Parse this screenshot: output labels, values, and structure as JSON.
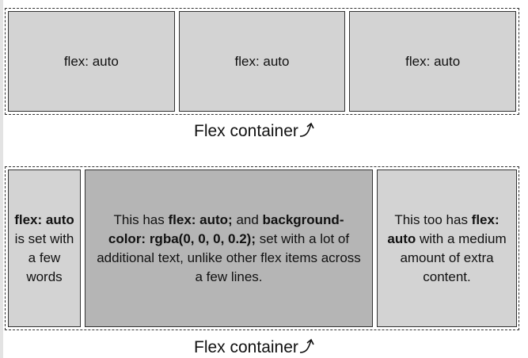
{
  "top_container": {
    "items": [
      {
        "label": "flex: auto"
      },
      {
        "label": "flex: auto"
      },
      {
        "label": "flex: auto"
      }
    ],
    "caption": "Flex container"
  },
  "bottom_container": {
    "item1": {
      "bold_1": "flex: auto",
      "text_1": " is set with a few words"
    },
    "item2": {
      "text_1": "This has ",
      "bold_1": "flex: auto;",
      "text_2": " and ",
      "bold_2": "background-color: rgba(0, 0, 0, 0.2);",
      "text_3": " set with a lot of additional text, unlike other flex items across a few lines."
    },
    "item3": {
      "text_1": "This too has ",
      "bold_1": "flex: auto",
      "text_2": " with a medium amount of extra content."
    },
    "caption": "Flex container"
  },
  "colors": {
    "item_background": "#d3d3d3",
    "highlighted_item_background": "#b5b5b5",
    "border": "#333333"
  },
  "icons": [
    "curved-arrow-up-right-icon"
  ]
}
